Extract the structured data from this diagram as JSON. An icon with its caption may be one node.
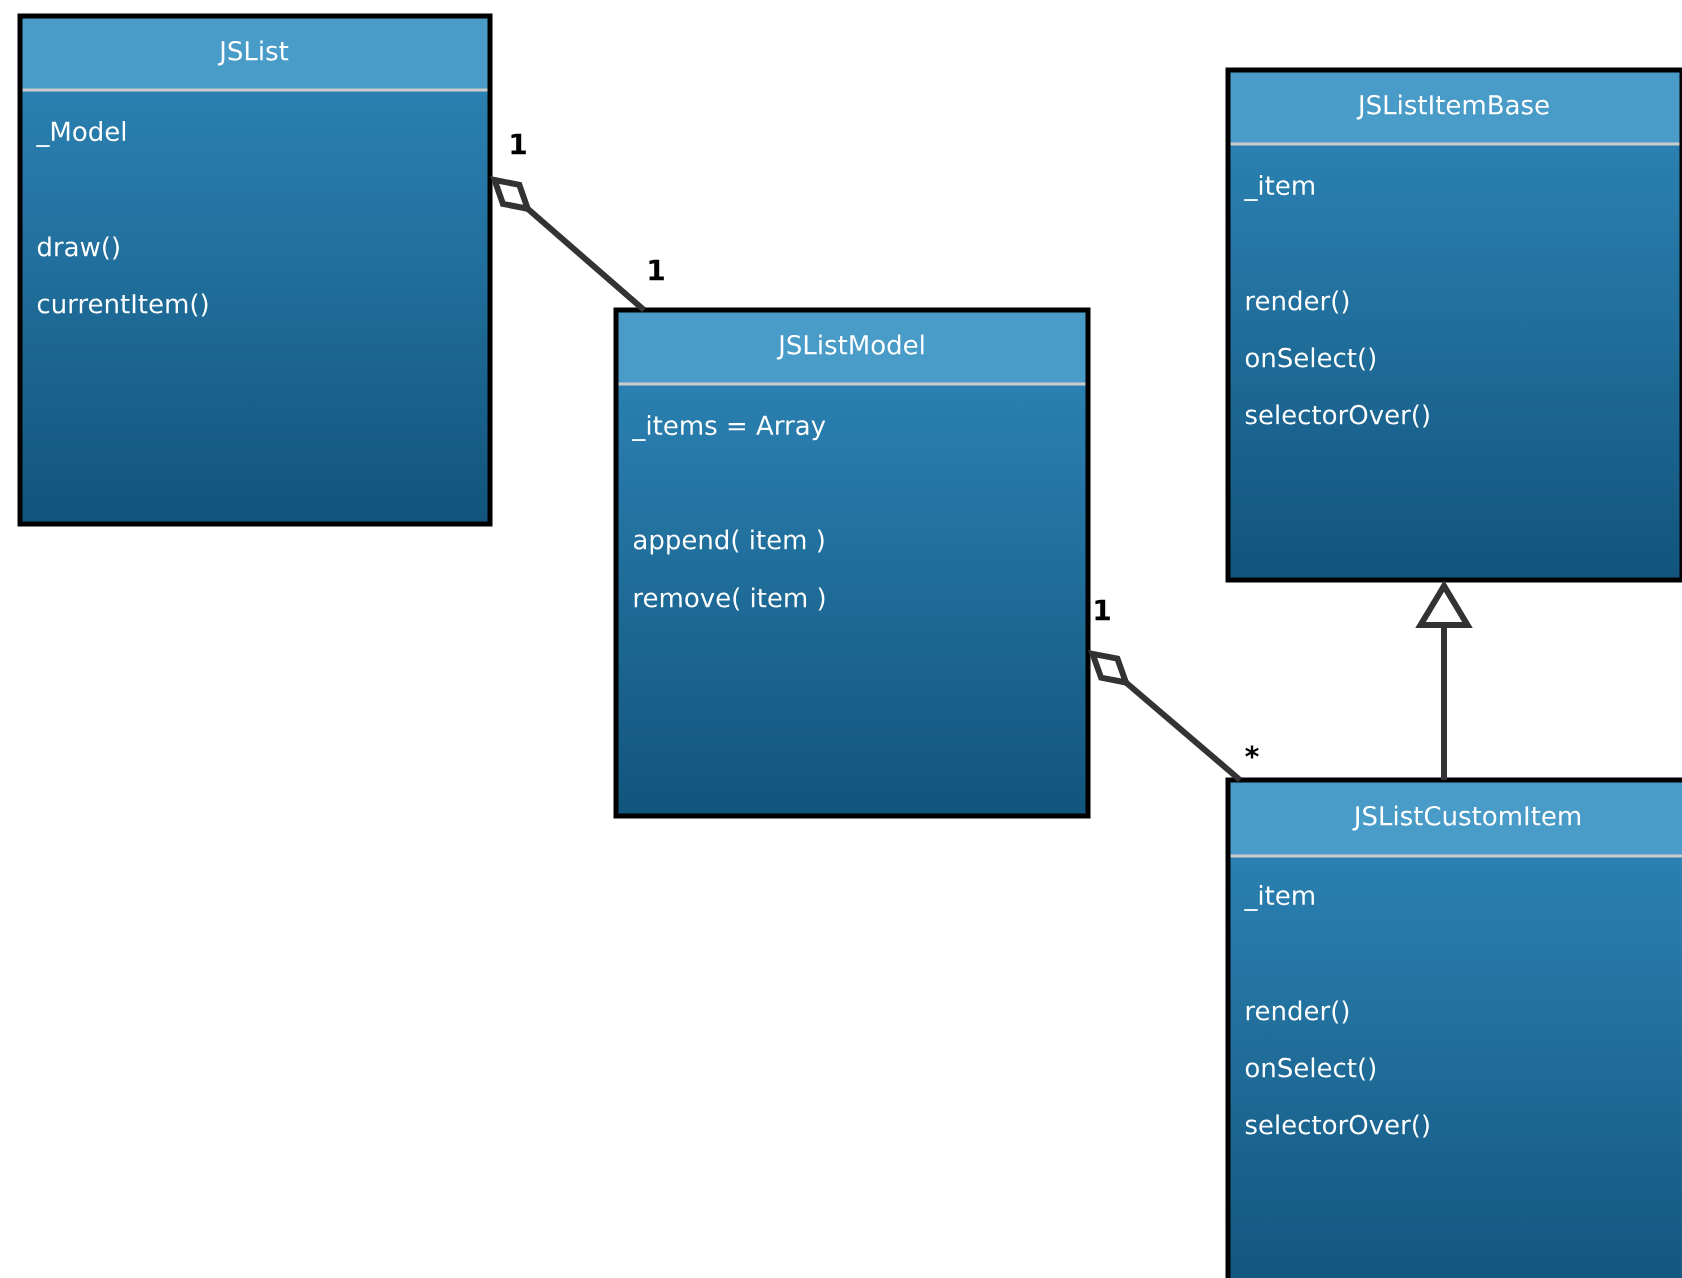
{
  "diagram": {
    "nodes": [
      {
        "text": [
          "JSList",
          "_Model",
          "draw()",
          "currentItem()"
        ]
      },
      {
        "text": [
          "JSListModel",
          "_items = Array",
          "append( item )",
          "remove( item )"
        ]
      },
      {
        "text": [
          "JSListItemBase",
          "_item",
          "render()",
          "onSelect()",
          "selectorOver()"
        ]
      },
      {
        "text": [
          "JSListCustomItem",
          "_item",
          "render()",
          "onSelect()",
          "selectorOver()"
        ]
      }
    ],
    "edges": [
      {
        "from": 0,
        "to": 1,
        "arrow": "other"
      },
      {
        "from": 1,
        "to": 3,
        "arrow": "other"
      },
      {
        "from": 3,
        "to": 2,
        "arrow": "to"
      }
    ],
    "labels": [
      "1",
      "1",
      "1",
      "*"
    ]
  }
}
